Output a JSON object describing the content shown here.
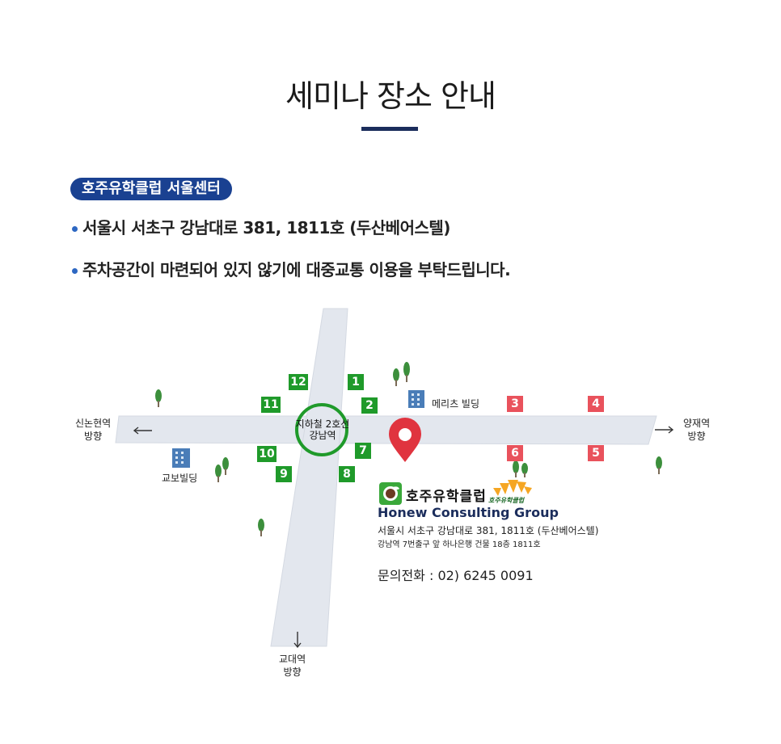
{
  "header": {
    "title": "세미나 장소 안내"
  },
  "center": {
    "badge": "호주유학클럽 서울센터",
    "address_line": "서울시 서초구 강남대로 381, 1811호 (두산베어스텔)",
    "parking_note": "주차공간이 마련되어 있지 않기에 대중교통 이용을 부탁드립니다."
  },
  "map": {
    "directions": {
      "west": [
        "신논현역",
        "방향"
      ],
      "east": [
        "양재역",
        "방향"
      ],
      "south": [
        "교대역",
        "방향"
      ]
    },
    "station": [
      "지하철 2호선",
      "강남역"
    ],
    "buildings": {
      "meritz": "메리츠 빌딩",
      "kyobo": "교보빌딩"
    },
    "exits_green": [
      "12",
      "1",
      "11",
      "2",
      "10",
      "7",
      "9",
      "8"
    ],
    "exits_red": [
      "3",
      "4",
      "6",
      "5"
    ],
    "colors": {
      "road": "#e3e7ee",
      "station_ring": "#1f9a2a",
      "pin": "#e0343f",
      "green_exit": "#1f9a2a",
      "red_exit": "#e9525c"
    }
  },
  "company": {
    "name_kr": "호주유학클럽",
    "logo_small_text": "호주유학클럽",
    "name_en": "Honew Consulting Group",
    "address": "서울시 서초구 강남대로 381, 1811호 (두산베어스텔)",
    "address_detail": "강남역 7번출구 앞 하나은행 건물 18층 1811호",
    "phone": "문의전화 : 02) 6245 0091"
  }
}
